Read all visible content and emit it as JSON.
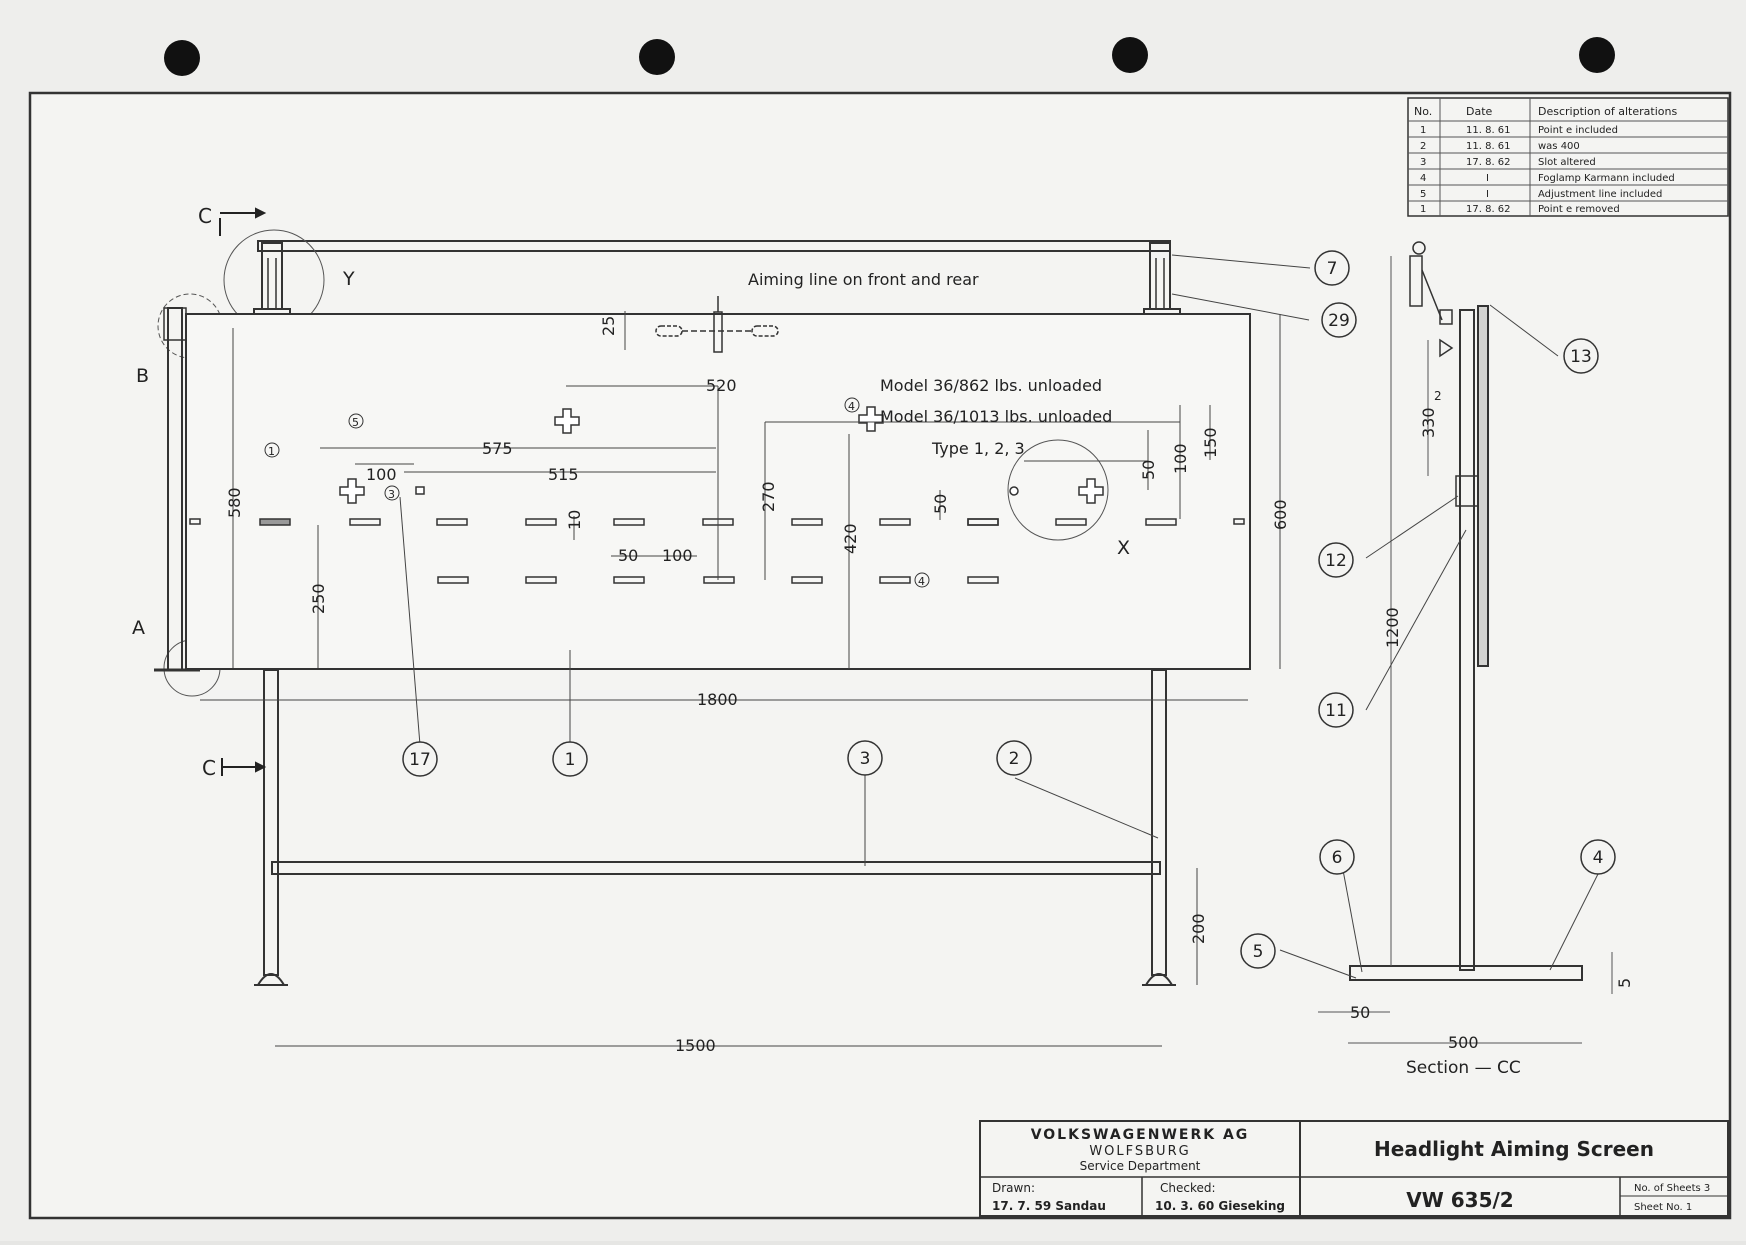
{
  "revisions": {
    "headers": [
      "No.",
      "Date",
      "Description of alterations"
    ],
    "rows": [
      [
        "1",
        "11. 8. 61",
        "Point e included"
      ],
      [
        "2",
        "11. 8. 61",
        "was 400"
      ],
      [
        "3",
        "17. 8. 62",
        "Slot altered"
      ],
      [
        "4",
        "I",
        "Foglamp Karmann included"
      ],
      [
        "5",
        "I",
        "Adjustment line included"
      ],
      [
        "1",
        "17. 8. 62",
        "Point e removed"
      ]
    ]
  },
  "notes": {
    "aiming_line": "Aiming line on front and rear",
    "model_862": "Model 36/862 lbs. unloaded",
    "model_1013": "Model 36/1013 lbs. unloaded",
    "type": "Type 1, 2, 3",
    "section": "Section — CC"
  },
  "letters": {
    "c_top": "C",
    "c_bottom": "C",
    "y": "Y",
    "b": "B",
    "a": "A",
    "x": "X"
  },
  "dims": {
    "d25": "25",
    "d520": "520",
    "d575": "575",
    "d515": "515",
    "d100a": "100",
    "d580": "580",
    "d10": "10",
    "d50a": "50",
    "d100b": "100",
    "d270": "270",
    "d420": "420",
    "d50b": "50",
    "d50c": "50",
    "d100c": "100",
    "d150": "150",
    "d600": "600",
    "d250": "250",
    "d1800": "1800",
    "d200": "200",
    "d1500": "1500",
    "d330": "330",
    "d1200": "1200",
    "d500": "500",
    "d50d": "50",
    "d5": "5"
  },
  "small_marks": {
    "m1": "1",
    "m3": "3",
    "m4a": "4",
    "m4b": "4",
    "m5": "5",
    "m2": "2"
  },
  "callouts": [
    "7",
    "29",
    "13",
    "12",
    "11",
    "6",
    "4",
    "5",
    "17",
    "1",
    "3",
    "2"
  ],
  "title_block": {
    "company": "VOLKSWAGENWERK AG",
    "city": "WOLFSBURG",
    "department": "Service Department",
    "drawn_label": "Drawn:",
    "drawn_value": "17. 7. 59 Sandau",
    "checked_label": "Checked:",
    "checked_value": "10. 3. 60 Gieseking",
    "title": "Headlight Aiming Screen",
    "drawing_no": "VW 635/2",
    "sheets_label": "No. of Sheets 3",
    "sheet_label": "Sheet No. 1"
  }
}
